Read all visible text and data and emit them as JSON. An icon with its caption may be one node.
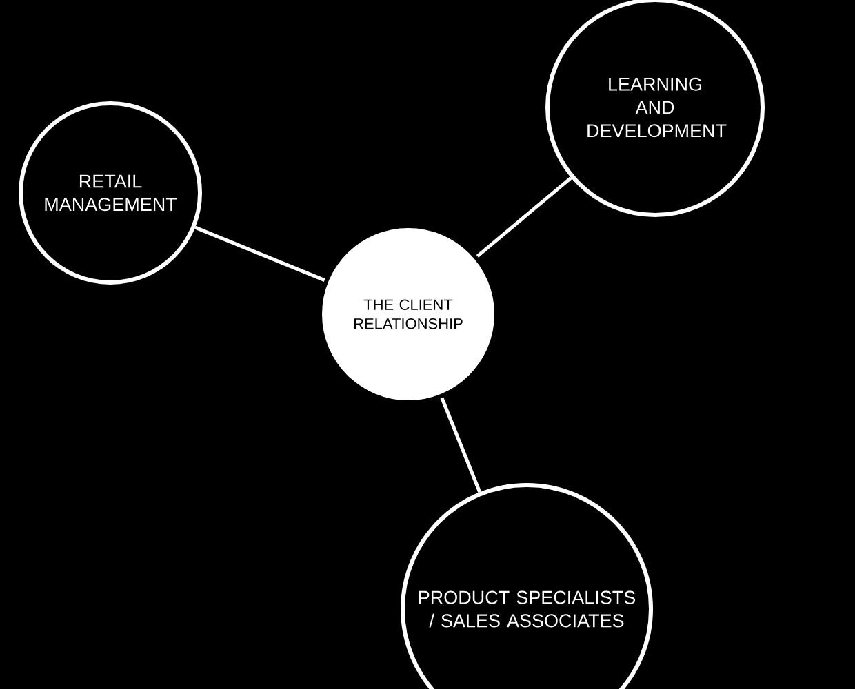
{
  "diagram": {
    "nodes": [
      {
        "text": [
          "THE CLIENT RELATIONSHIP"
        ]
      },
      {
        "text": [
          "RETAIL MANAGEMENT"
        ]
      },
      {
        "text": [
          "LEARNING AND DEVELOPMENT"
        ]
      },
      {
        "text": [
          "PRODUCT SPECIALISTS / SALES ASSOCIATES"
        ]
      }
    ],
    "edges": [
      {
        "from": 0,
        "to": 1,
        "arrow": "none"
      },
      {
        "from": 0,
        "to": 2,
        "arrow": "none"
      },
      {
        "from": 0,
        "to": 3,
        "arrow": "none"
      }
    ]
  }
}
